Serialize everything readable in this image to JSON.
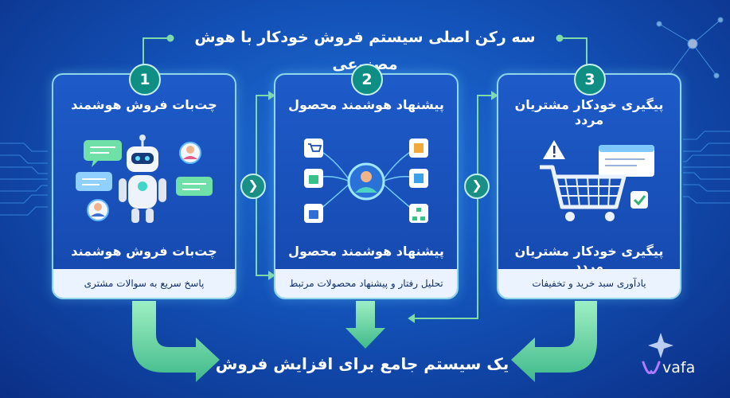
{
  "title": "سه رکن اصلی سیستم فروش خودکار با هوش مصنوعی",
  "cards": [
    {
      "number": "1",
      "heading": "چت‌بات فروش هوشمند",
      "subheading": "چت‌بات فروش هوشمند",
      "caption": "پاسخ سریع به سوالات مشتری"
    },
    {
      "number": "2",
      "heading": "پیشنهاد هوشمند محصول",
      "subheading": "پیشنهاد هوشمند محصول",
      "caption": "تحلیل رفتار و پیشنهاد محصولات مرتبط"
    },
    {
      "number": "3",
      "heading": "پیگیری خودکار مشتریان مردد",
      "subheading": "پیگیری خودکار مشتریان مردد",
      "caption": "یادآوری سبد خرید و تخفیفات"
    }
  ],
  "footer": "یک سیستم جامع برای افزایش فروش",
  "brand": {
    "name": "vafa"
  },
  "icons": {
    "chevron": "chevron-right-icon",
    "card1": [
      "chat-bubble-icon",
      "robot-icon",
      "user-avatar-icon"
    ],
    "card2": [
      "user-icon",
      "cart-icon",
      "box-icon",
      "shopping-bag-icon",
      "hierarchy-icon"
    ],
    "card3": [
      "shopping-cart-icon",
      "browser-window-icon",
      "warning-icon",
      "check-icon"
    ]
  },
  "colors": {
    "background": "#1352b8",
    "card": "#1e5bc9",
    "card_border": "#8fd6e8",
    "accent_teal": "#0f8f84",
    "arrow_green": "#7fd9a8",
    "caption_bg": "#eaf3ff"
  }
}
